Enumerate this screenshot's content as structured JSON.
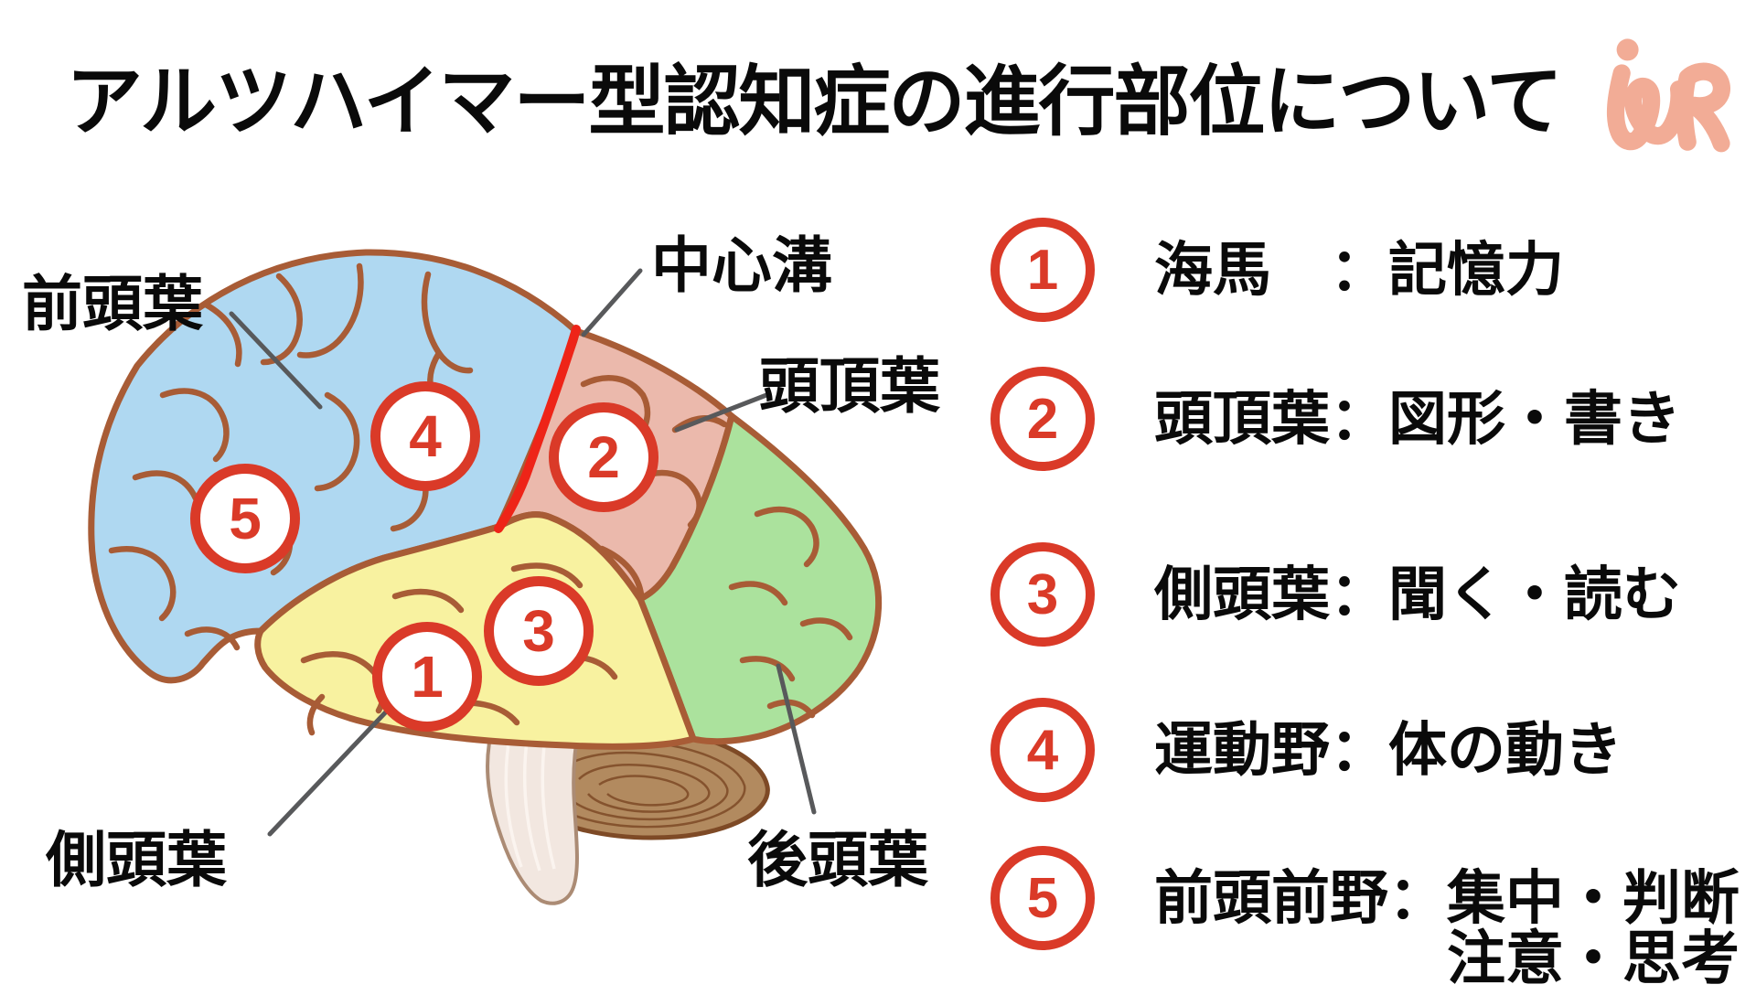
{
  "title": "アルツハイマー型認知症の進行部位について",
  "logo": {
    "text": "iWR",
    "color": "#F2AC96"
  },
  "diagram": {
    "labels": {
      "frontal": "前頭葉",
      "central_sulcus": "中心溝",
      "parietal": "頭頂葉",
      "temporal": "側頭葉",
      "occipital": "後頭葉"
    },
    "markers": [
      "1",
      "2",
      "3",
      "4",
      "5"
    ],
    "colors": {
      "frontal_lobe": "#AFD8F1",
      "parietal_lobe": "#EBB9AC",
      "temporal_lobe": "#F8F2A0",
      "occipital_lobe": "#ABE29D",
      "cerebellum": "#B28A5F",
      "brainstem": "#F2E7E0",
      "outline_brown": "#A85C36",
      "central_sulcus_red": "#EE2418",
      "marker_red": "#DA3A28",
      "pointer_gray": "#58595B"
    }
  },
  "legend": {
    "items": [
      {
        "number": "1",
        "text": "海馬　：記憶力"
      },
      {
        "number": "2",
        "text": "頭頂葉：図形・書き"
      },
      {
        "number": "3",
        "text": "側頭葉：聞く・読む"
      },
      {
        "number": "4",
        "text": "運動野：体の動き"
      },
      {
        "number": "5",
        "text": "前頭前野：集中・判断",
        "text2": "注意・思考"
      }
    ]
  }
}
